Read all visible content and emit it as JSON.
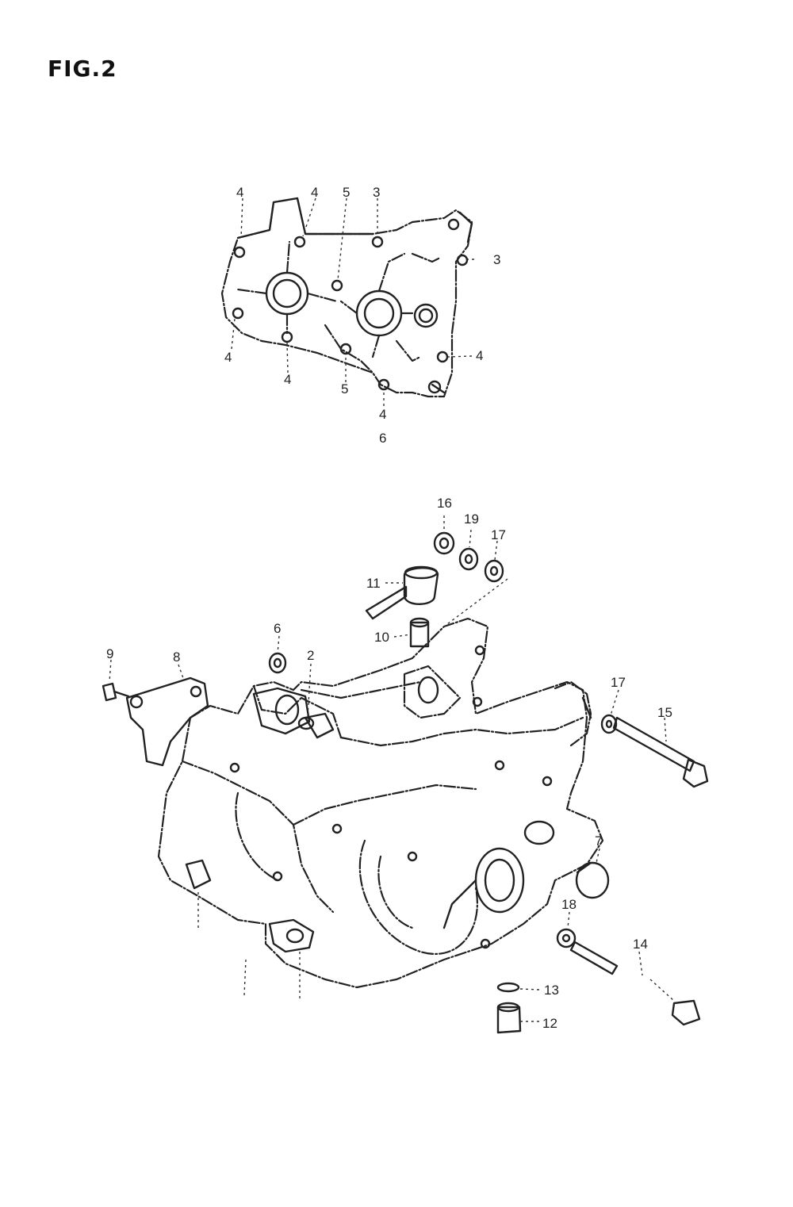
{
  "figure": {
    "title": "FIG.2"
  },
  "callouts_top": [
    {
      "id": "t1",
      "text": "4"
    },
    {
      "id": "t2",
      "text": "4"
    },
    {
      "id": "t3",
      "text": "5"
    },
    {
      "id": "t4",
      "text": "3"
    },
    {
      "id": "t5",
      "text": "3"
    },
    {
      "id": "t6",
      "text": "4"
    },
    {
      "id": "t7",
      "text": "4"
    },
    {
      "id": "t8",
      "text": "4"
    },
    {
      "id": "t9",
      "text": "5"
    },
    {
      "id": "t10",
      "text": "4"
    },
    {
      "id": "t11",
      "text": "6"
    }
  ],
  "callouts_bottom": [
    {
      "id": "b16",
      "text": "16"
    },
    {
      "id": "b19",
      "text": "19"
    },
    {
      "id": "b17a",
      "text": "17"
    },
    {
      "id": "b11",
      "text": "11"
    },
    {
      "id": "b10",
      "text": "10"
    },
    {
      "id": "b6",
      "text": "6"
    },
    {
      "id": "b2",
      "text": "2"
    },
    {
      "id": "b9",
      "text": "9"
    },
    {
      "id": "b8",
      "text": "8"
    },
    {
      "id": "b17b",
      "text": "17"
    },
    {
      "id": "b15",
      "text": "15"
    },
    {
      "id": "b7",
      "text": "7"
    },
    {
      "id": "b18",
      "text": "18"
    },
    {
      "id": "b14",
      "text": "14"
    },
    {
      "id": "b13",
      "text": "13"
    },
    {
      "id": "b12",
      "text": "12"
    }
  ]
}
